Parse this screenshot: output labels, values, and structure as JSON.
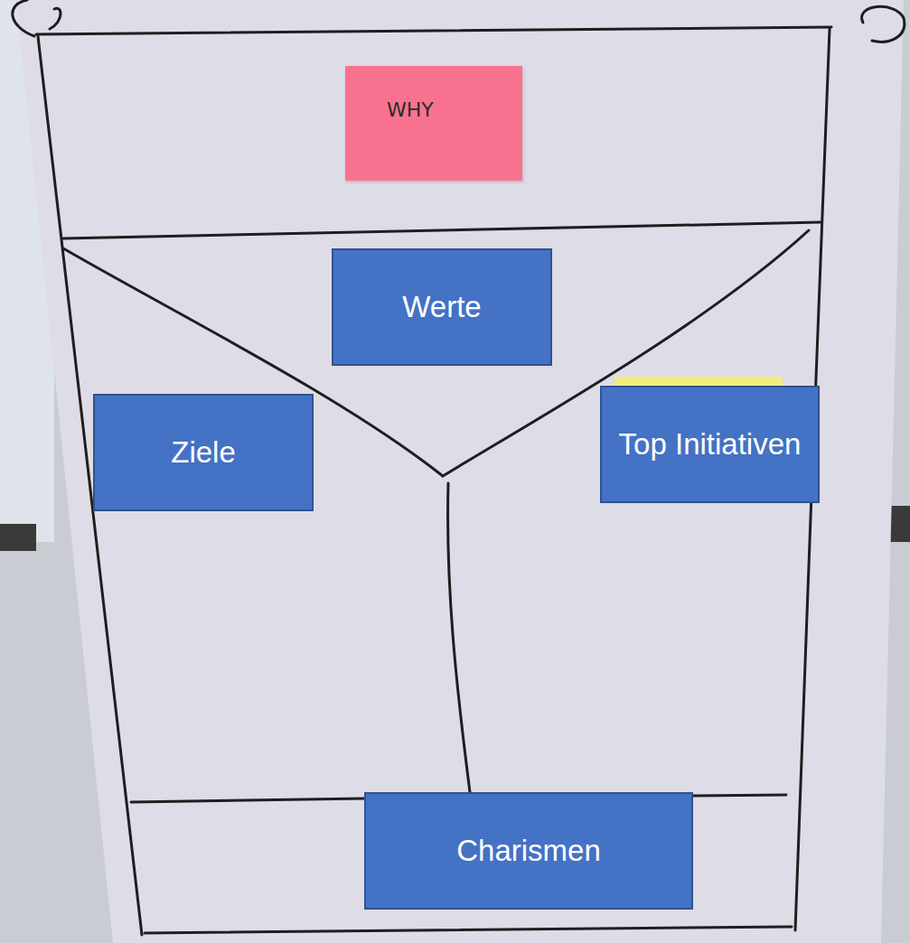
{
  "diagram": {
    "nodes": [
      {
        "text": [
          "WHY"
        ]
      },
      {
        "text": [
          "Werte"
        ]
      },
      {
        "text": [
          "Ziele"
        ]
      },
      {
        "text": [
          "Top Initiativen"
        ]
      },
      {
        "text": [
          "Charismen"
        ]
      }
    ]
  }
}
